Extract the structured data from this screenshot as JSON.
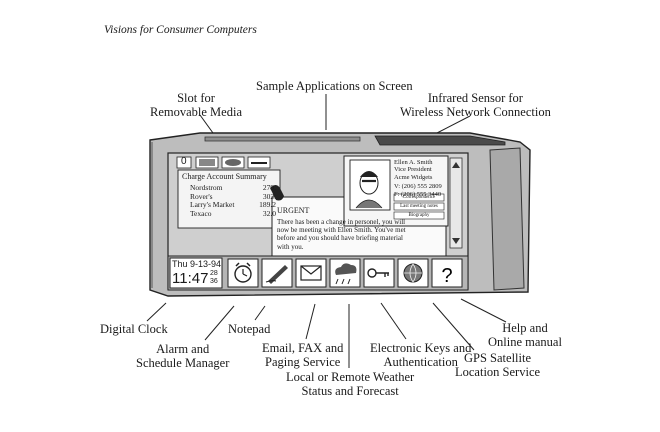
{
  "header": {
    "title": "Visions for Consumer Computers"
  },
  "callouts": {
    "slot": "Slot for\nRemovable Media",
    "sample_apps": "Sample Applications on Screen",
    "infrared": "Infrared Sensor for\nWireless Network Connection",
    "digital_clock": "Digital Clock",
    "alarm": "Alarm and\nSchedule Manager",
    "notepad": "Notepad",
    "email": "Email, FAX and\nPaging Service",
    "weather": "Local or Remote Weather\nStatus and Forecast",
    "keys": "Electronic Keys and\nAuthentication",
    "gps": "GPS Satellite\nLocation Service",
    "help": "Help and\nOnline manual"
  },
  "screen": {
    "account_window": {
      "title": "Charge Account Summary",
      "rows": [
        {
          "name": "Nordstrom",
          "value": "279."
        },
        {
          "name": "Rover's",
          "value": "302."
        },
        {
          "name": "Larry's Market",
          "value": "189.2"
        },
        {
          "name": "Texaco",
          "value": "32.0"
        }
      ]
    },
    "urgent_window": {
      "title": "URGENT",
      "body": [
        "There has been a change in personel, you will",
        "now be meeting with Ellen Smith.   You've met",
        "before and you should have briefing material",
        "with you."
      ]
    },
    "contact_card": {
      "name": "Ellen A. Smith",
      "title": "Vice President",
      "company": "Acme Widgets",
      "phone_v": "V: (206) 555 2809",
      "phone_f": "F: (206) 555 3440",
      "buttons": [
        "Correspondence",
        "Last meeting notes",
        "Biography"
      ]
    },
    "top_icons": [
      "0",
      "",
      ""
    ],
    "clock": {
      "date": "Thu 9-13-94",
      "time": "11:47",
      "seconds_top": "28",
      "seconds_bottom": "36"
    }
  }
}
